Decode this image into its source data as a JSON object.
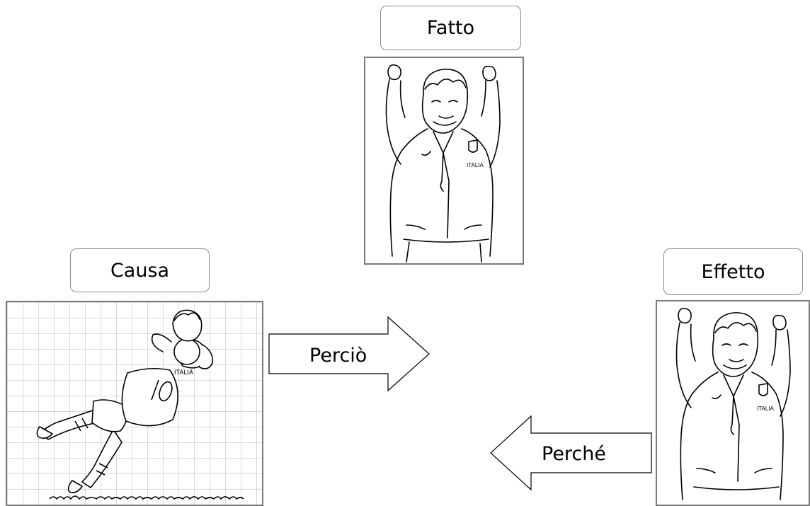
{
  "labels": {
    "fact": "Fatto",
    "cause": "Causa",
    "effect": "Effetto"
  },
  "arrows": {
    "therefore": "Perciò",
    "because": "Perché"
  },
  "illustrations": {
    "fact_image": {
      "subject": "celebrating coach in tracksuit",
      "jacket_text": "ITALIA"
    },
    "cause_image": {
      "subject": "diving goalkeeper catching ball",
      "jersey_number": "10",
      "jersey_text": "ITALIA"
    },
    "effect_image": {
      "subject": "celebrating coach in tracksuit",
      "jacket_text": "ITALIA"
    }
  }
}
